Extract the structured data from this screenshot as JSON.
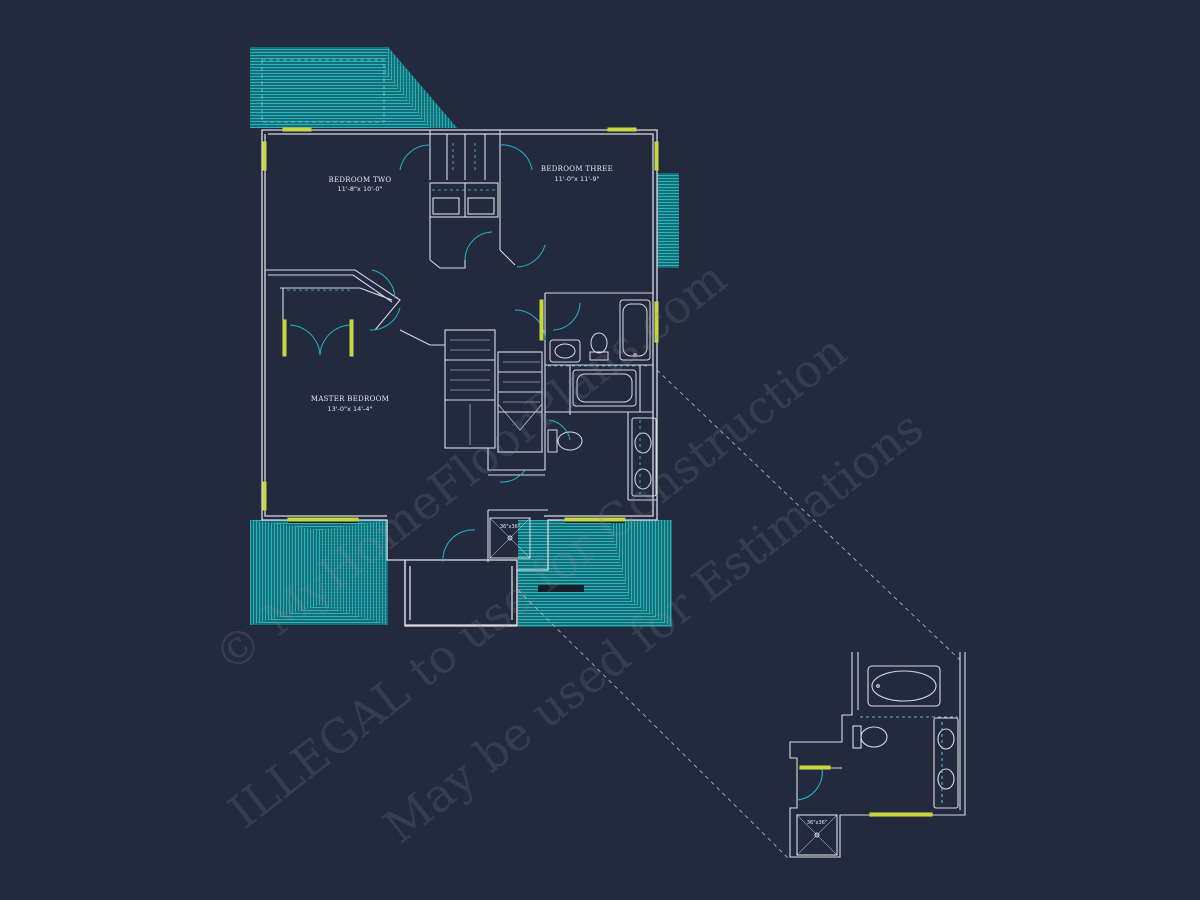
{
  "colors": {
    "background": "#242a3e",
    "wall": "#d9dbe2",
    "roof": "#1a9aa0",
    "door_swing": "#1fb5c9",
    "window": "#c8d640",
    "dashed": "#5fb8c8"
  },
  "rooms": {
    "bedroom_two": {
      "name": "BEDROOM TWO",
      "size": "11'-8\"x 10'-0\""
    },
    "bedroom_three": {
      "name": "BEDROOM THREE",
      "size": "11'-0\"x 11'-9\""
    },
    "master_bedroom": {
      "name": "MASTER BEDROOM",
      "size": "13'-0\"x 14'-4\""
    }
  },
  "shower_label": "36\"x36\"",
  "detail_shower_label": "36\"x36\"",
  "watermark": {
    "line1": "© MyHomeFloorPlans.com",
    "line2": "ILLEGAL to use for Construction",
    "line3": "May be used for Estimations"
  }
}
